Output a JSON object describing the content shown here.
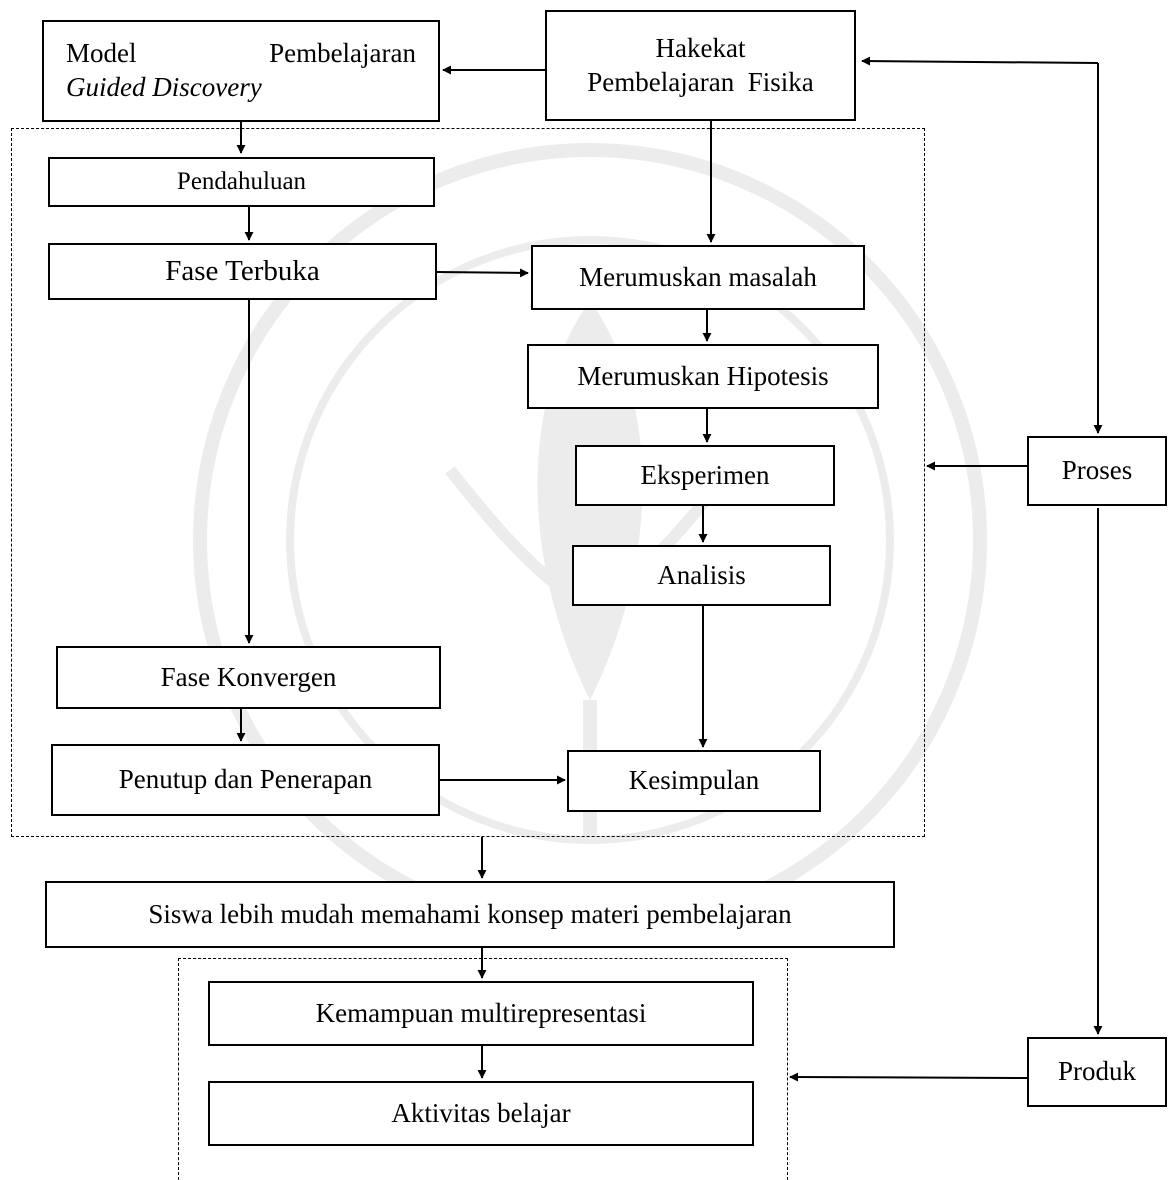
{
  "nodes": {
    "model": {
      "line1_left": "Model",
      "line1_right": "Pembelajaran",
      "line2": "Guided Discovery"
    },
    "hakekat": {
      "line1": "Hakekat",
      "line2": "Pembelajaran  Fisika"
    },
    "pendahuluan": "Pendahuluan",
    "fase_terbuka": "Fase Terbuka",
    "merumuskan_masalah": "Merumuskan masalah",
    "merumuskan_hipotesis": "Merumuskan Hipotesis",
    "eksperimen": "Eksperimen",
    "analisis": "Analisis",
    "fase_konvergen": "Fase Konvergen",
    "penutup": "Penutup dan Penerapan",
    "kesimpulan": "Kesimpulan",
    "proses": "Proses",
    "siswa": "Siswa lebih mudah memahami konsep materi pembelajaran",
    "kemampuan": "Kemampuan multirepresentasi",
    "aktivitas": "Aktivitas belajar",
    "produk": "Produk"
  },
  "watermark_icon": "university-seal-watermark"
}
